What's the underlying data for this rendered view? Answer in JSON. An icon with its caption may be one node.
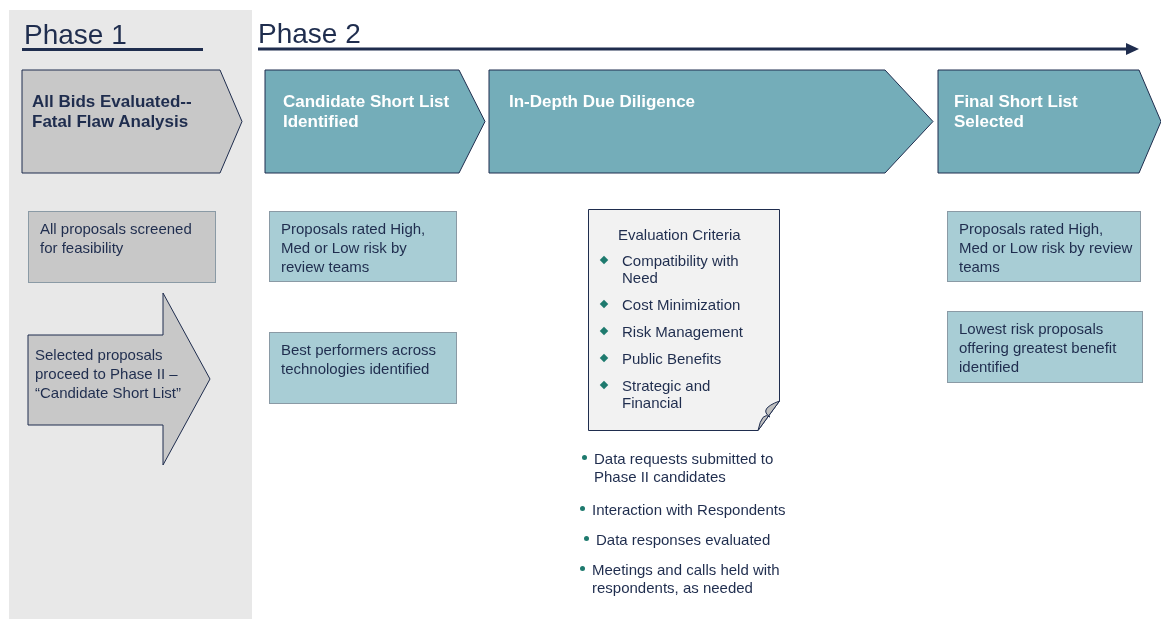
{
  "diagram": {
    "nodes": [
      {
        "text": [
          "Phase 1"
        ]
      },
      {
        "text": [
          "All Bids Evaluated-- Fatal Flaw Analysis"
        ],
        "in": 0
      },
      {
        "text": [
          "Candidate Short List Identified"
        ]
      },
      {
        "text": [
          "In-Depth Due Diligence"
        ]
      },
      {
        "text": [
          "Final Short List Selected"
        ]
      },
      {
        "text": [
          "All proposals screened for feasibility"
        ],
        "in": 0
      },
      {
        "text": [
          "Selected proposals proceed to Phase II – “Candidate Short List”"
        ],
        "in": 0
      },
      {
        "text": [
          "Proposals rated High, Med or Low risk by review teams"
        ]
      },
      {
        "text": [
          "Best performers across technologies identified"
        ]
      },
      {
        "text": [
          "Evaluation Criteria",
          "Compatibility with Need",
          "Cost Minimization",
          "Risk Management",
          "Public Benefits",
          "Strategic and Financial"
        ]
      },
      {
        "text": [
          "Proposals rated High, Med or Low risk by review teams"
        ]
      },
      {
        "text": [
          "Lowest risk proposals offering greatest benefit identified"
        ]
      }
    ],
    "edges": [],
    "labels": [
      "Phase 2",
      "Data requests submitted to Phase II candidates",
      "Interaction with Respondents",
      "Data responses evaluated",
      "Meetings and calls held with respondents, as needed"
    ]
  }
}
